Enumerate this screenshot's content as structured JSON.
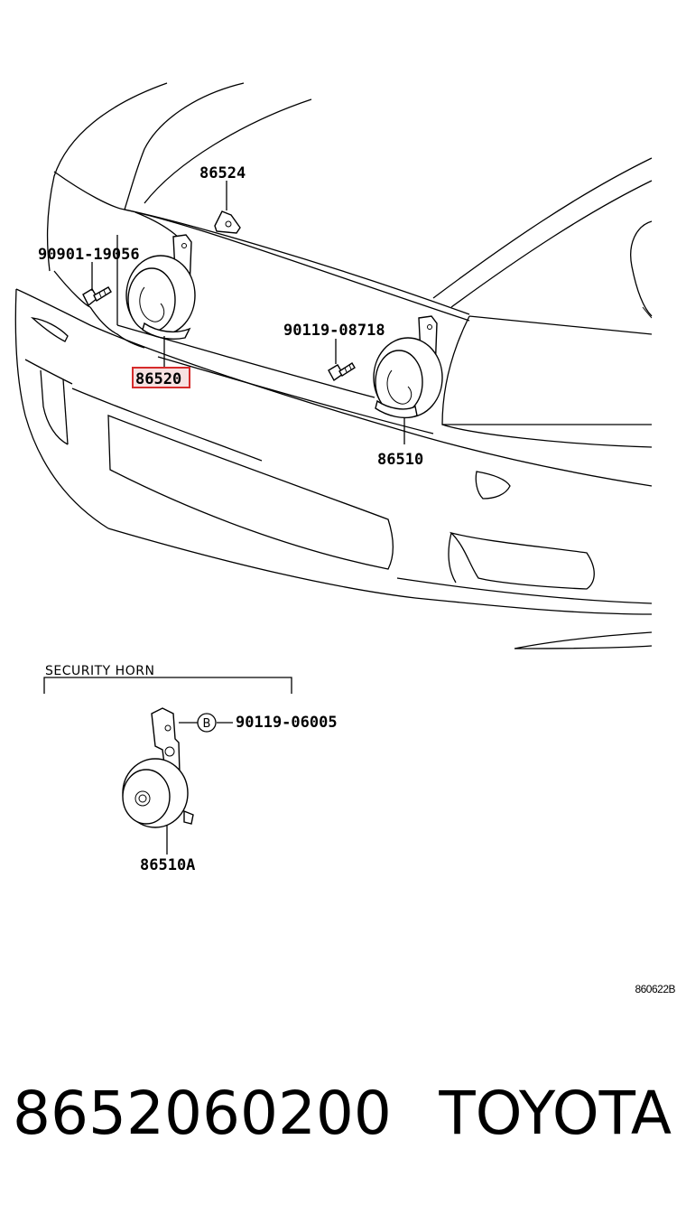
{
  "callouts": {
    "bracket_86524": "86524",
    "bolt_left": "90901-19056",
    "horn_low": "86520",
    "bolt_right": "90119-08718",
    "horn_high": "86510",
    "bolt_security": "90119-06005",
    "horn_security": "86510A"
  },
  "security_group": {
    "title": "SECURITY HORN",
    "bolt_marker": "B"
  },
  "drawing_code": "860622B",
  "footer": {
    "part_number": "8652060200",
    "brand": "TOYOTA"
  },
  "colors": {
    "highlight_box": "#d62b2b",
    "highlight_fill": "#f7e1e1",
    "ink": "#000000"
  }
}
